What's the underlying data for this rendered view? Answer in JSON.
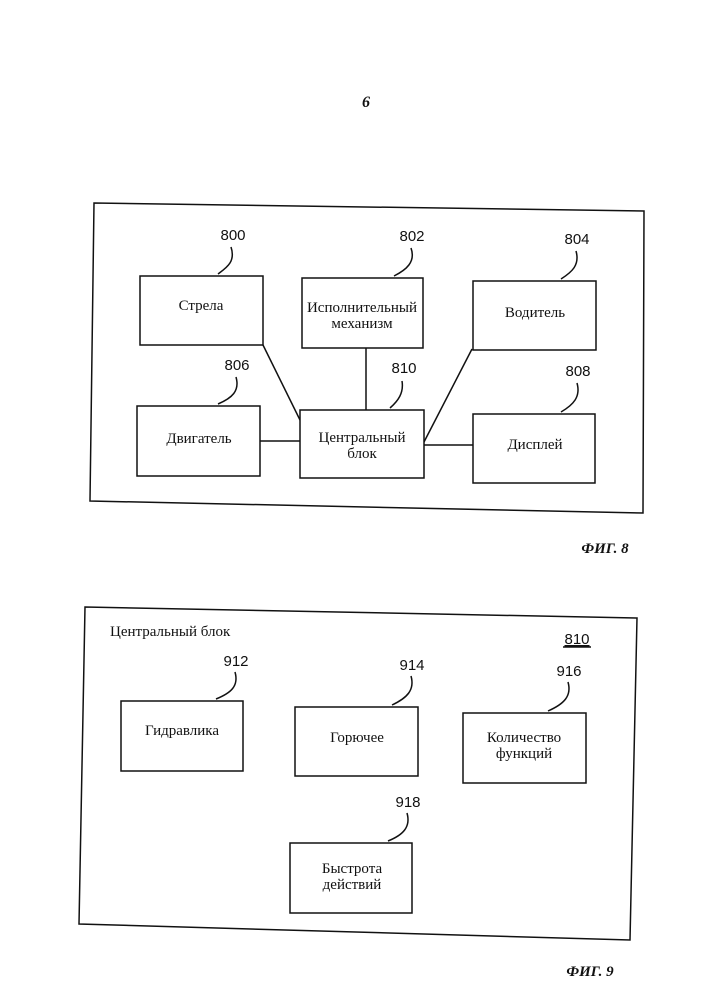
{
  "page_number": "6",
  "fig8": {
    "caption": "ФИГ. 8",
    "boxes": {
      "strela": {
        "ref": "800",
        "lines": [
          "Стрела"
        ]
      },
      "ispoln": {
        "ref": "802",
        "lines": [
          "Исполнительный",
          "механизм"
        ]
      },
      "voditel": {
        "ref": "804",
        "lines": [
          "Водитель"
        ]
      },
      "dvigatel": {
        "ref": "806",
        "lines": [
          "Двигатель"
        ]
      },
      "displey": {
        "ref": "808",
        "lines": [
          "Дисплей"
        ]
      },
      "central": {
        "ref": "810",
        "lines": [
          "Центральный",
          "блок"
        ]
      }
    }
  },
  "fig9": {
    "caption": "ФИГ. 9",
    "title": "Центральный блок",
    "ref": "810",
    "boxes": {
      "gidravlika": {
        "ref": "912",
        "lines": [
          "Гидравлика"
        ]
      },
      "goryuchee": {
        "ref": "914",
        "lines": [
          "Горючее"
        ]
      },
      "kolichestvo": {
        "ref": "916",
        "lines": [
          "Количество",
          "функций"
        ]
      },
      "bystrota": {
        "ref": "918",
        "lines": [
          "Быстрота",
          "действий"
        ]
      }
    }
  }
}
